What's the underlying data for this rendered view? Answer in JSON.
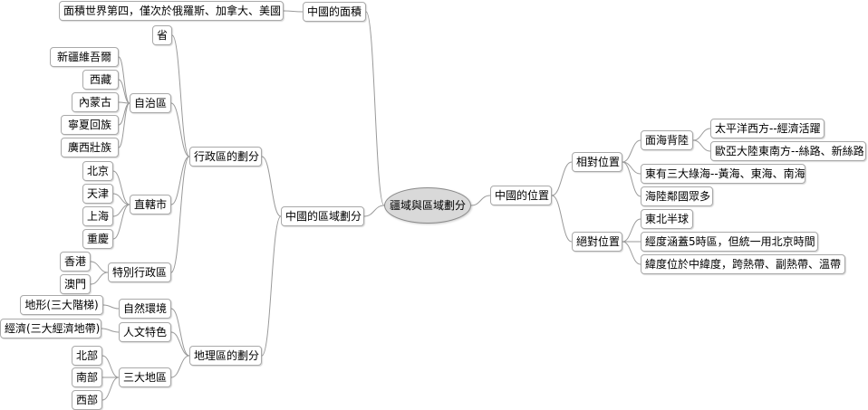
{
  "root": {
    "label": "疆域與區域劃分"
  },
  "right": {
    "position": {
      "label": "中國的位置",
      "relative": {
        "label": "相對位置",
        "sea_land": {
          "label": "面海背陸",
          "items": [
            "太平洋西方--經濟活躍",
            "歐亞大陸東南方--絲路、新絲路"
          ]
        },
        "items": [
          "東有三大綠海--黃海、東海、南海",
          "海陸鄰國眾多"
        ]
      },
      "absolute": {
        "label": "絕對位置",
        "items": [
          "東北半球",
          "經度涵蓋5時區，但統一用北京時間",
          "緯度位於中緯度，跨熱帶、副熱帶、溫帶"
        ]
      }
    }
  },
  "left": {
    "area": {
      "label": "中國的面積",
      "note": "面積世界第四，僅次於俄羅斯、加拿大、美國"
    },
    "division": {
      "label": "中國的區域劃分",
      "admin": {
        "label": "行政區的劃分",
        "province": "省",
        "autonomous": {
          "label": "自治區",
          "items": [
            "新疆維吾爾",
            "西藏",
            "內蒙古",
            "寧夏回族",
            "廣西壯族"
          ]
        },
        "municipal": {
          "label": "直轄市",
          "items": [
            "北京",
            "天津",
            "上海",
            "重慶"
          ]
        },
        "sar": {
          "label": "特別行政區",
          "items": [
            "香港",
            "澳門"
          ]
        }
      },
      "geo": {
        "label": "地理區的劃分",
        "natural": {
          "label": "自然環境",
          "item": "地形(三大階梯)"
        },
        "human": {
          "label": "人文特色",
          "item": "經濟(三大經濟地帶)"
        },
        "regions": {
          "label": "三大地區",
          "items": [
            "北部",
            "南部",
            "西部"
          ]
        }
      }
    }
  }
}
